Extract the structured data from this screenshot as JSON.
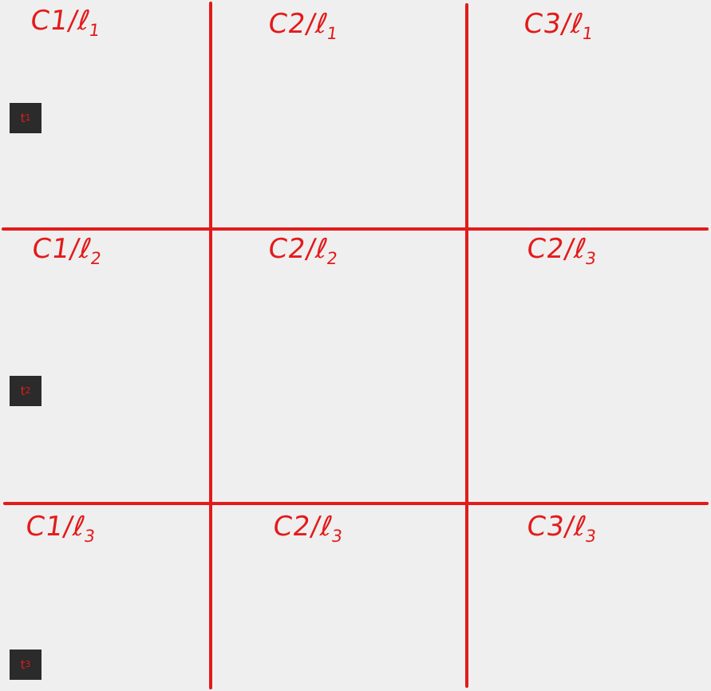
{
  "grid": {
    "line_color": "#e31b1b",
    "background_color": "#efefef",
    "cells": [
      {
        "base": "C1/ℓ",
        "sub": "1"
      },
      {
        "base": "C2/ℓ",
        "sub": "1"
      },
      {
        "base": "C3/ℓ",
        "sub": "1"
      },
      {
        "base": "C1/ℓ",
        "sub": "2"
      },
      {
        "base": "C2/ℓ",
        "sub": "2"
      },
      {
        "base": "C2/ℓ",
        "sub": "3"
      },
      {
        "base": "C1/ℓ",
        "sub": "3"
      },
      {
        "base": "C2/ℓ",
        "sub": "3"
      },
      {
        "base": "C3/ℓ",
        "sub": "3"
      }
    ]
  },
  "row_markers": [
    {
      "base": "t",
      "sub": "1"
    },
    {
      "base": "t",
      "sub": "2"
    },
    {
      "base": "t",
      "sub": "3"
    }
  ]
}
